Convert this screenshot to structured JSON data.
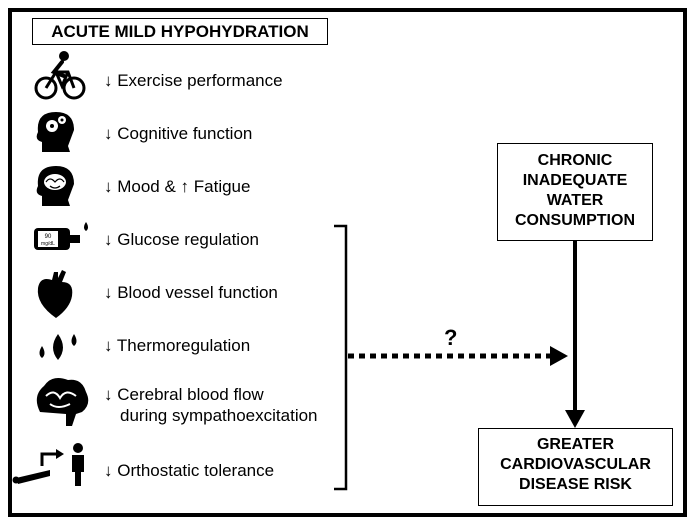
{
  "title": "ACUTE MILD HYPOHYDRATION",
  "items": [
    {
      "icon": "bicycle-icon",
      "text": "↓ Exercise performance"
    },
    {
      "icon": "head-gears-icon",
      "text": "↓ Cognitive function"
    },
    {
      "icon": "head-brain-icon",
      "text": "↓ Mood & ↑ Fatigue"
    },
    {
      "icon": "glucometer-icon",
      "text": "↓ Glucose regulation",
      "glucometer_text": [
        "90",
        "mg/dL"
      ]
    },
    {
      "icon": "heart-icon",
      "text": "↓ Blood vessel function"
    },
    {
      "icon": "water-drops-icon",
      "text": "↓ Thermoregulation"
    },
    {
      "icon": "brain-icon",
      "text": "↓ Cerebral blood flow",
      "text2": "during sympathoexcitation"
    },
    {
      "icon": "orthostatic-person-icon",
      "text": "↓ Orthostatic tolerance"
    }
  ],
  "chronic": {
    "line1": "CHRONIC",
    "line2": "INADEQUATE",
    "line3": "WATER",
    "line4": "CONSUMPTION"
  },
  "risk": {
    "line1": "GREATER",
    "line2": "CARDIOVASCULAR",
    "line3": "DISEASE RISK"
  },
  "question_mark": "?"
}
